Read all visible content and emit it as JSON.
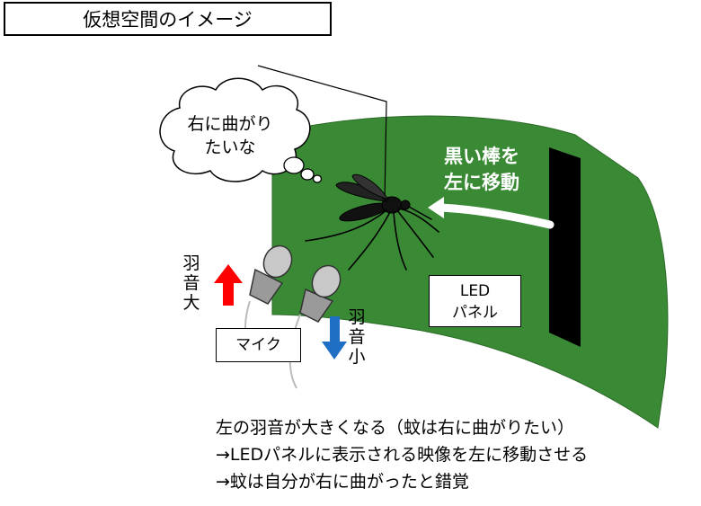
{
  "title": "仮想空間のイメージ",
  "thought": {
    "line1": "右に曲がり",
    "line2": "たいな"
  },
  "arrow_label": {
    "line1": "黒い棒を",
    "line2": "左に移動"
  },
  "led_label": {
    "line1": "LED",
    "line2": "パネル"
  },
  "mic_label": "マイク",
  "louder_label": {
    "c1": "羽",
    "c2": "音",
    "c3": "大"
  },
  "quieter_label": {
    "c1": "羽",
    "c2": "音",
    "c3": "小"
  },
  "caption": {
    "line1": "左の羽音が大きくなる（蚊は右に曲がりたい）",
    "line2": "→LEDパネルに表示される映像を左に移動させる",
    "line3": "→蚊は自分が右に曲がったと錯覚"
  },
  "colors": {
    "panel_green": "#3a8a35",
    "red_arrow": "#ff0000",
    "blue_arrow": "#1f6fc4",
    "mic_gray": "#9a9a9a",
    "bar_black": "#000000"
  }
}
